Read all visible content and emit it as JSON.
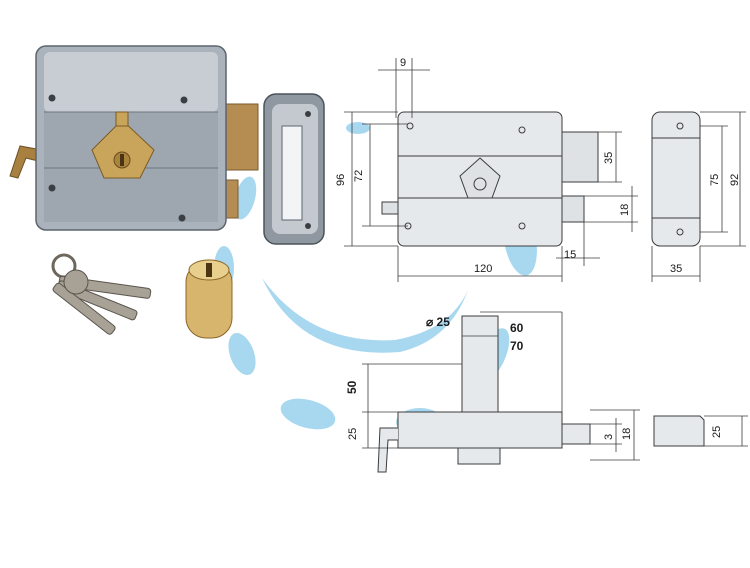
{
  "dimensions": {
    "front_view": {
      "top_offset": "9",
      "total_height": "96",
      "screw_spacing": "72",
      "body_width": "120",
      "bolt_height": "35",
      "latch_height": "18",
      "bolt_throw": "15"
    },
    "side_view": {
      "height_outer": "92",
      "height_inner": "75",
      "width": "35"
    },
    "bottom_view": {
      "cylinder_diameter": "⌀ 25",
      "backset_a": "60",
      "backset_b": "70",
      "depth": "50",
      "case_depth": "25",
      "latch_thick": "3",
      "latch_overall": "18"
    },
    "keeper_view": {
      "depth": "25"
    }
  },
  "colors": {
    "accent_blue": "#7fc4ea",
    "metal": "#b9c0c8",
    "brass": "#c6a158",
    "drawing_fill": "#e4e7ea",
    "line": "#3c3c3c"
  }
}
